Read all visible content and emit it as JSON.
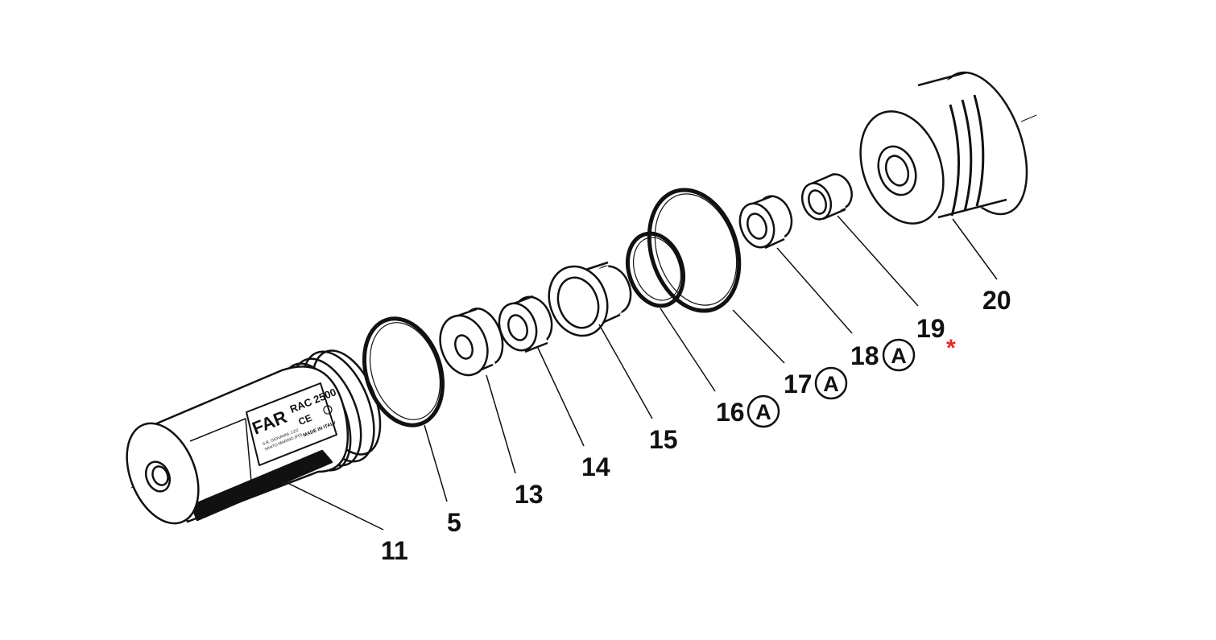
{
  "diagram": {
    "plate": {
      "brand": "FAR",
      "model": "RAC 2500",
      "ce_mark": "CE",
      "address_line_1": "S.R. GIOVANNI, 12/2",
      "address_line_2": "SANTO MARINO (FO)",
      "origin": "MADE IN ITALY"
    },
    "callouts": [
      {
        "id": "11",
        "text": "11"
      },
      {
        "id": "5",
        "text": "5"
      },
      {
        "id": "13",
        "text": "13"
      },
      {
        "id": "14",
        "text": "14"
      },
      {
        "id": "15",
        "text": "15"
      },
      {
        "id": "16",
        "text": "16",
        "circled": "A"
      },
      {
        "id": "17",
        "text": "17",
        "circled": "A"
      },
      {
        "id": "18",
        "text": "18",
        "circled": "A"
      },
      {
        "id": "19",
        "text": "19",
        "marker": "*"
      },
      {
        "id": "20",
        "text": "20"
      }
    ],
    "colors": {
      "line": "#111111",
      "marker": "#e8262b"
    }
  }
}
